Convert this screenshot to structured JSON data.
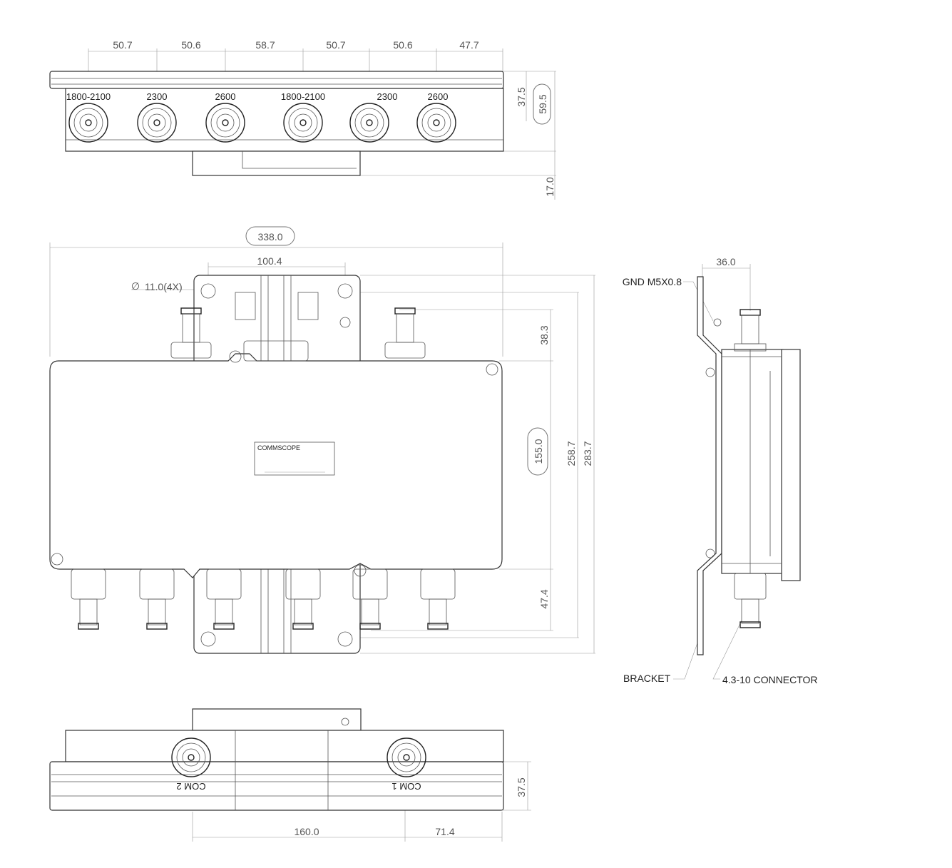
{
  "top_view": {
    "spacing_dims": [
      "50.7",
      "50.6",
      "58.7",
      "50.7",
      "50.6",
      "47.7"
    ],
    "port_labels": [
      "1800-2100",
      "2300",
      "2600",
      "1800-2100",
      "2300",
      "2600"
    ],
    "height_dims": [
      "37.5",
      "59.5",
      "17.0"
    ]
  },
  "front_view": {
    "width_dim": "338.0",
    "bracket_dim": "100.4",
    "hole_dim": "11.0(4X)",
    "diameter_symbol": "∅",
    "height_dims": [
      "38.3",
      "155.0",
      "258.7",
      "283.7",
      "47.4"
    ],
    "brand": "COMMSCOPE"
  },
  "side_view": {
    "depth_dim": "36.0",
    "gnd_label": "GND M5X0.8",
    "bracket_label": "BRACKET",
    "connector_label": "4.3-10 CONNECTOR"
  },
  "bottom_view": {
    "port_labels": [
      "COM 2",
      "COM 1"
    ],
    "dims": [
      "160.0",
      "71.4",
      "37.5"
    ]
  }
}
